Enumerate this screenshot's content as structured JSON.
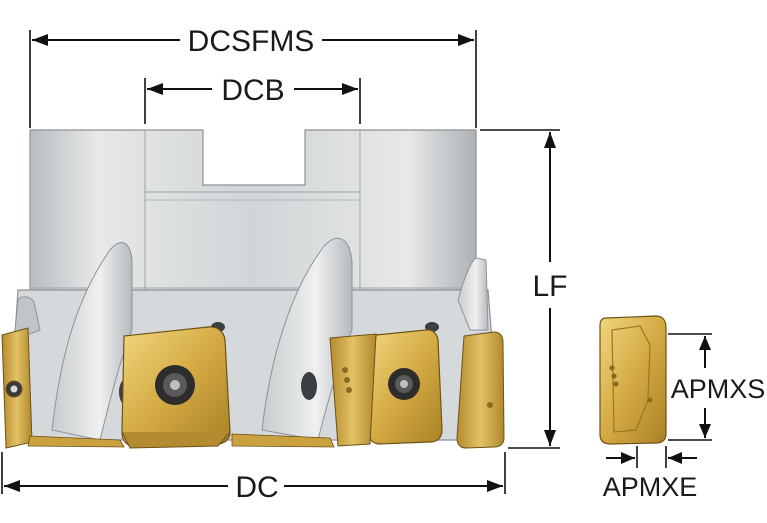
{
  "labels": {
    "dcsfms": "DCSFMS",
    "dcb": "DCB",
    "lf": "LF",
    "dc": "DC",
    "apmxs": "APMXS",
    "apmxe": "APMXE"
  },
  "colors": {
    "body_light": "#e3e5e6",
    "body_mid": "#c9ccce",
    "body_dark": "#a7abae",
    "insert_gold": "#d8b24a",
    "insert_gold_dark": "#a9822a",
    "line": "#111111"
  }
}
